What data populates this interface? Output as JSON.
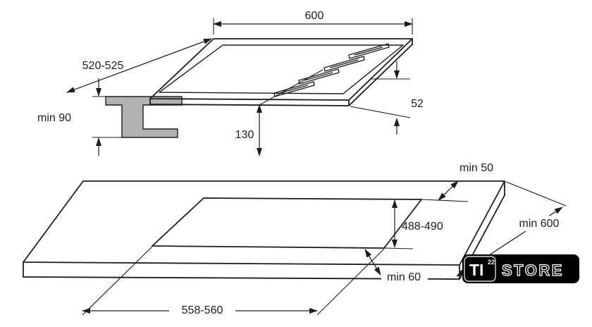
{
  "colors": {
    "line": "#1d1d1b",
    "bracket_fill": "#b2b2b2",
    "logo_bg": "#000000",
    "logo_text": "#ffffff"
  },
  "cooktop": {
    "width": "600",
    "depth": "520-525",
    "clearance": "min 90",
    "burner_offset": "130",
    "height": "52"
  },
  "worktop": {
    "back_gap": "min 50",
    "cutout_depth": "488-490",
    "depth_min": "min 600",
    "front_gap": "min 60",
    "cutout_width": "558-560"
  },
  "logo": {
    "brand": "TI",
    "sup": "22",
    "text": "STORE"
  }
}
